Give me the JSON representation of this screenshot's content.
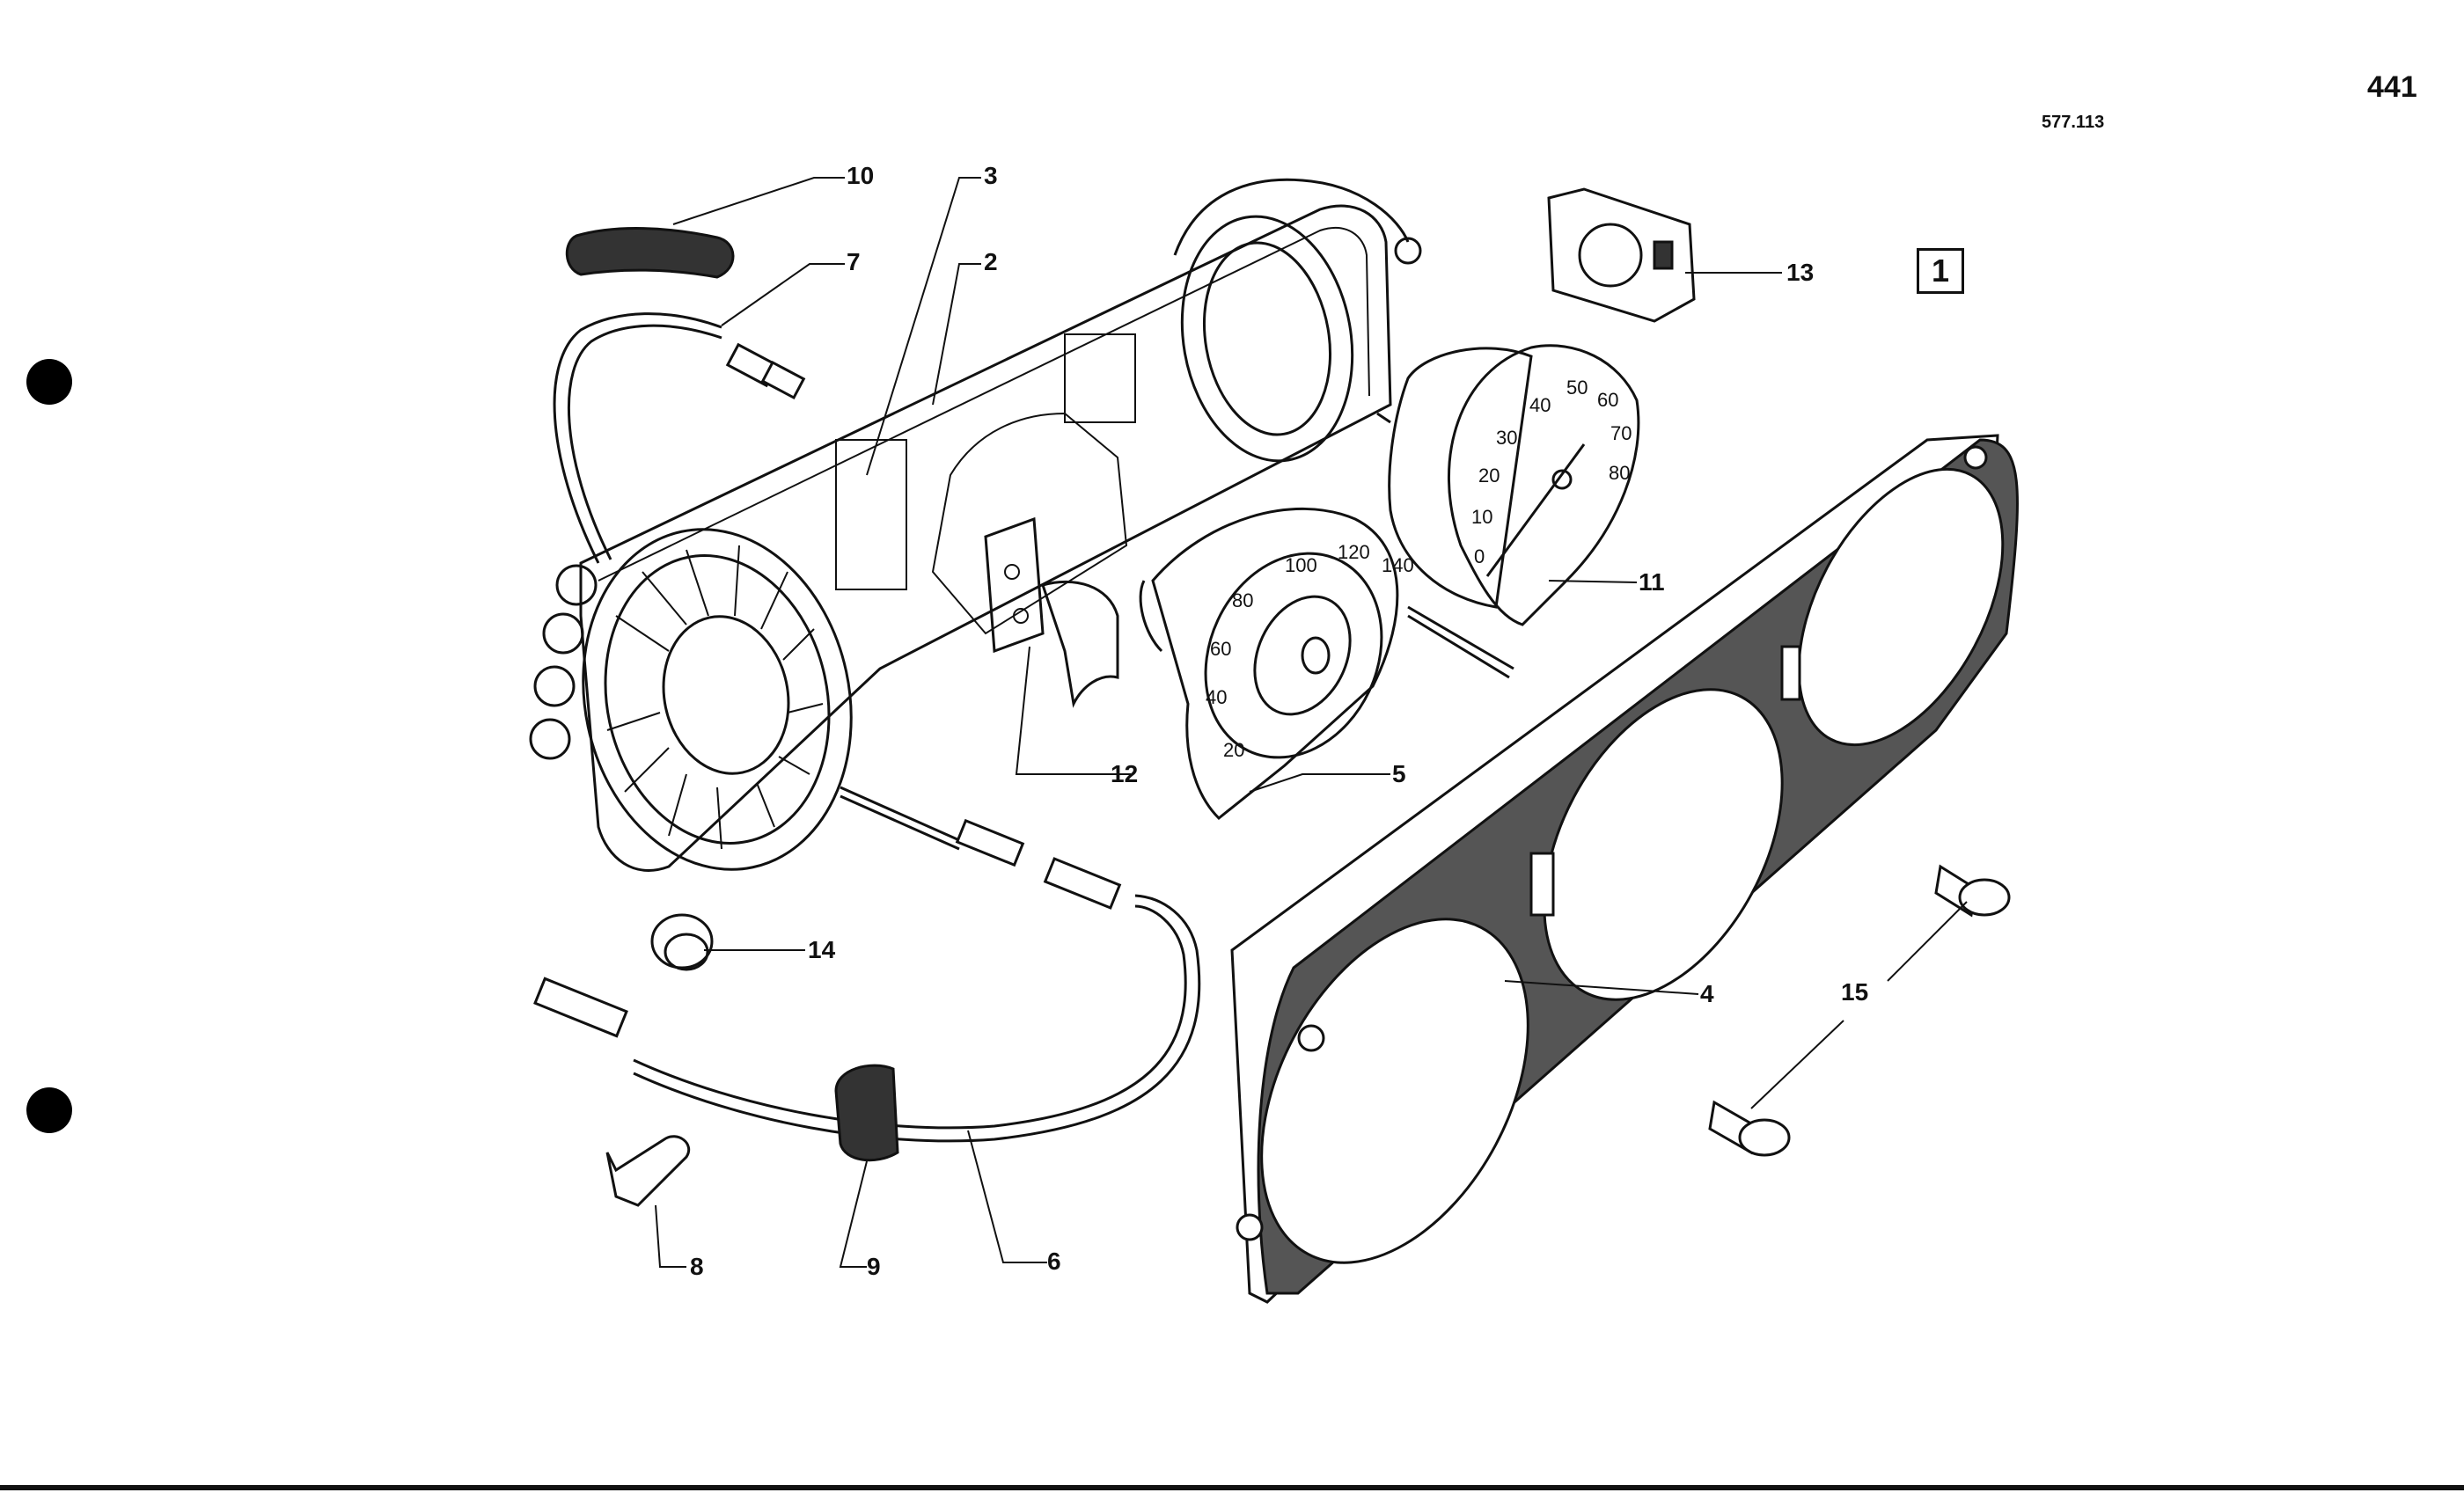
{
  "header": {
    "page_number": "441",
    "reference_code": "577.113",
    "section_box": "1"
  },
  "callouts": [
    {
      "id": "c2",
      "text": "2"
    },
    {
      "id": "c3",
      "text": "3"
    },
    {
      "id": "c4",
      "text": "4"
    },
    {
      "id": "c5",
      "text": "5"
    },
    {
      "id": "c6",
      "text": "6"
    },
    {
      "id": "c7",
      "text": "7"
    },
    {
      "id": "c8",
      "text": "8"
    },
    {
      "id": "c9",
      "text": "9"
    },
    {
      "id": "c10",
      "text": "10"
    },
    {
      "id": "c11",
      "text": "11"
    },
    {
      "id": "c12",
      "text": "12"
    },
    {
      "id": "c13",
      "text": "13"
    },
    {
      "id": "c14",
      "text": "14"
    },
    {
      "id": "c15",
      "text": "15"
    }
  ],
  "speedometer_ticks": [
    "20",
    "40",
    "60",
    "80",
    "100",
    "120",
    "140"
  ],
  "gauge_ticks": [
    "0",
    "10",
    "20",
    "30",
    "40",
    "50",
    "60",
    "70",
    "80"
  ],
  "colors": {
    "ink": "#111111",
    "paper": "#ffffff"
  }
}
